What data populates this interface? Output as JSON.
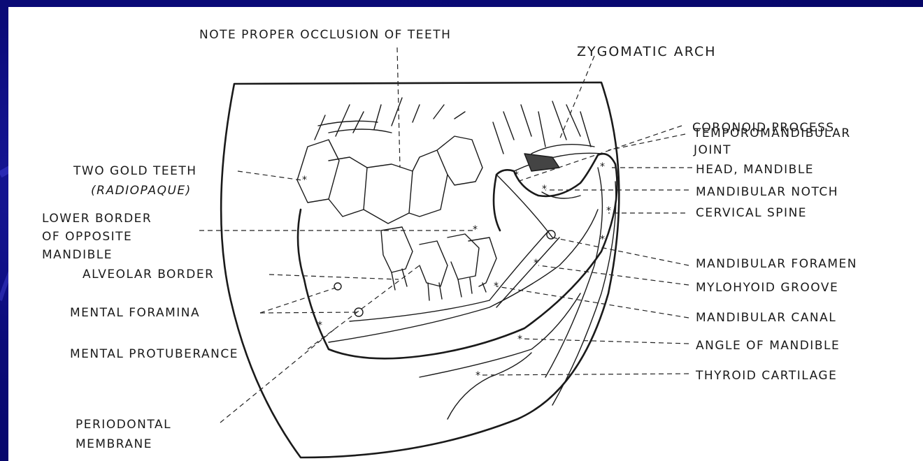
{
  "labels": {
    "occlusion": "NOTE PROPER OCCLUSION OF TEETH",
    "zygomatic_arch": "ZYGOMATIC ARCH",
    "coronoid_process": "CORONOID PROCESS",
    "temporomandibular": "TEMPOROMANDIBULAR",
    "joint": "JOINT",
    "head_mandible": "HEAD, MANDIBLE",
    "mandibular_notch": "MANDIBULAR NOTCH",
    "cervical_spine": "CERVICAL SPINE",
    "mandibular_foramen": "MANDIBULAR FORAMEN",
    "mylohyoid_groove": "MYLOHYOID GROOVE",
    "mandibular_canal": "MANDIBULAR CANAL",
    "angle_of_mandible": "ANGLE OF MANDIBLE",
    "thyroid_cartilage": "THYROID CARTILAGE",
    "two_gold_teeth": "TWO GOLD TEETH",
    "radiopaque": "(RADIOPAQUE)",
    "lower_border_1": "LOWER BORDER",
    "lower_border_2": "OF OPPOSITE",
    "lower_border_3": "MANDIBLE",
    "alveolar_border": "ALVEOLAR BORDER",
    "mental_foramina": "MENTAL FORAMINA",
    "mental_protuberance": "MENTAL PROTUBERANCE",
    "periodontal_1": "PERIODONTAL",
    "periodontal_2": "MEMBRANE"
  },
  "colors": {
    "slide_background": "#0a0a6e",
    "panel": "#ffffff",
    "ink": "#1a1a1a"
  }
}
